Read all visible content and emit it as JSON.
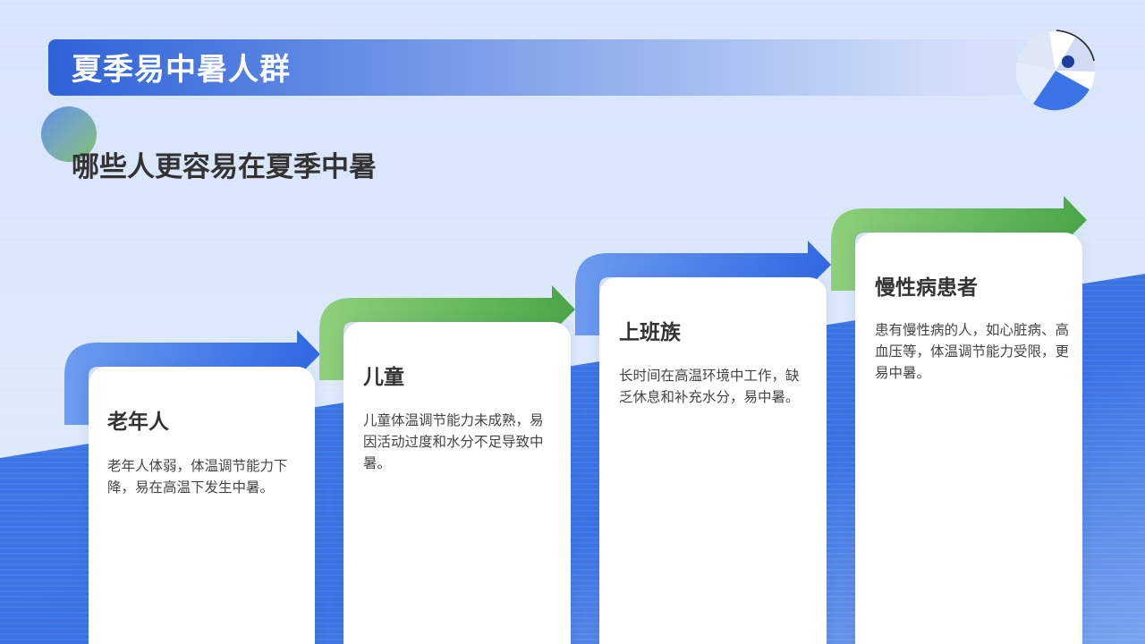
{
  "header": {
    "title": "夏季易中暑人群"
  },
  "subtitle": "哪些人更容易在夏季中暑",
  "colors": {
    "primary_blue": "#3a74e6",
    "accent_green": "#4eab4c",
    "text_dark": "#333333"
  },
  "cards": [
    {
      "title": "老年人",
      "description": "老年人体弱，体温调节能力下降，易在高温下发生中暑。",
      "arrow_color": "blue"
    },
    {
      "title": "儿童",
      "description": "儿童体温调节能力未成熟，易因活动过度和水分不足导致中暑。",
      "arrow_color": "green"
    },
    {
      "title": "上班族",
      "description": "长时间在高温环境中工作，缺乏休息和补充水分，易中暑。",
      "arrow_color": "blue"
    },
    {
      "title": "慢性病患者",
      "description": "患有慢性病的人，如心脏病、高血压等，体温调节能力受限，更易中暑。",
      "arrow_color": "green"
    }
  ],
  "icons": {
    "top_right": "beach-ball-icon",
    "decor": "gradient-circle-icon"
  }
}
